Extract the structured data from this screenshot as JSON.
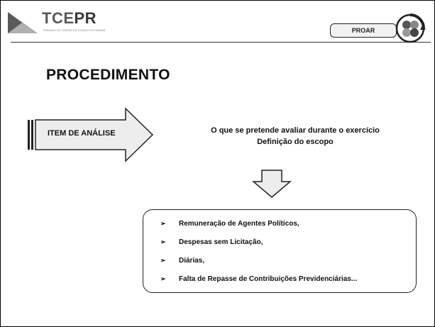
{
  "header": {
    "logo_main": "TCE",
    "logo_accent": "PR",
    "logo_subtitle": "TRIBUNAL DE CONTAS DO ESTADO DO PARANÁ",
    "proar_label": "PROAR"
  },
  "slide": {
    "title": "PROCEDIMENTO",
    "arrow_label": "ITEM DE ANÁLISE",
    "description_line1": "O que se pretende avaliar durante o exercício",
    "description_line2": "Definição do escopo",
    "items": [
      "Remuneração de Agentes Políticos,",
      "Despesas sem Licitação,",
      "Diárias,",
      "Falta de Repasse de Contribuições Previdenciárias..."
    ]
  },
  "colors": {
    "logo_gray": "#5a5a5a",
    "arrow_fill": "#e8e8e8",
    "border": "#222222"
  }
}
